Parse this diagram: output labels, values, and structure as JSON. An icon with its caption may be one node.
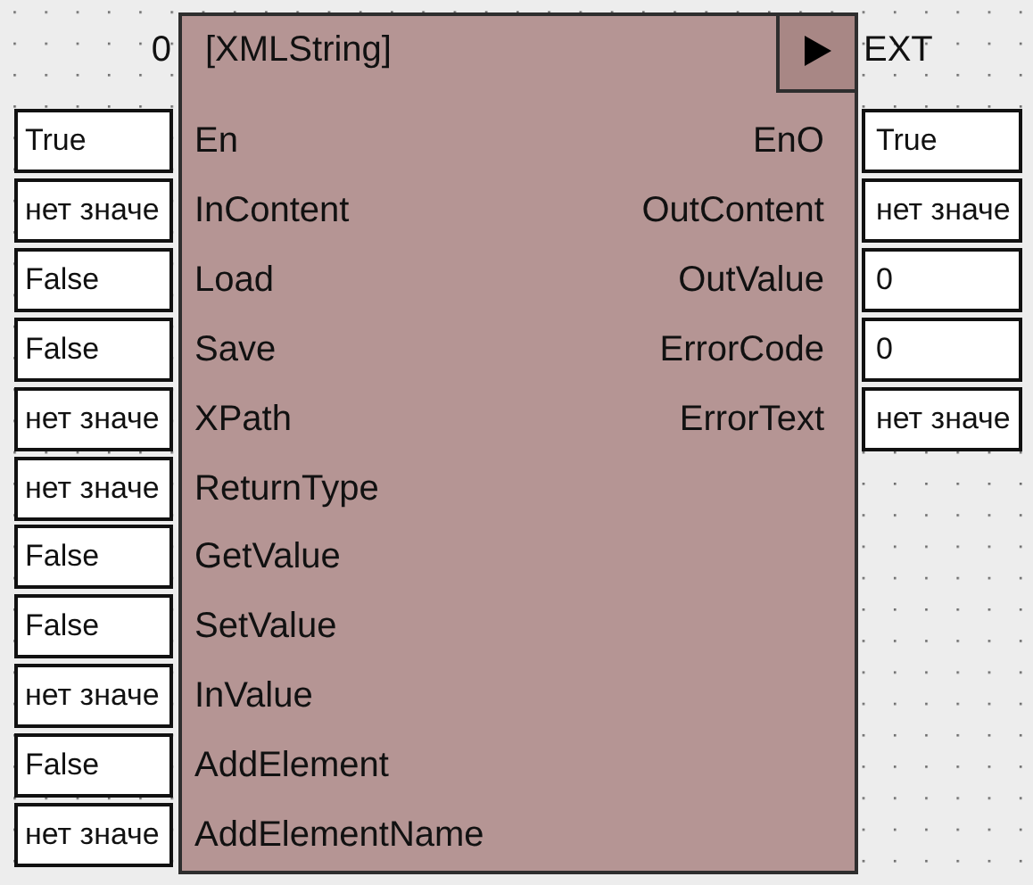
{
  "diagram": {
    "nodes": [
      {
        "text": [
          "[XMLString]",
          "En",
          "EnO",
          "InContent",
          "OutContent",
          "Load",
          "OutValue",
          "Save",
          "ErrorCode",
          "XPath",
          "ErrorText",
          "ReturnType",
          "GetValue",
          "SetValue",
          "InValue",
          "AddElement",
          "AddElementName"
        ],
        "beside": [
          "0",
          "EXT"
        ]
      },
      {
        "text": [
          "True"
        ]
      },
      {
        "text": [
          "True"
        ]
      },
      {
        "text": [
          "нет значе"
        ]
      },
      {
        "text": [
          "нет значе"
        ]
      },
      {
        "text": [
          "False"
        ]
      },
      {
        "text": [
          "0"
        ]
      },
      {
        "text": [
          "False"
        ]
      },
      {
        "text": [
          "0"
        ]
      },
      {
        "text": [
          "нет значе"
        ]
      },
      {
        "text": [
          "нет значе"
        ]
      },
      {
        "text": [
          "нет значе"
        ]
      },
      {
        "text": [
          "False"
        ]
      },
      {
        "text": [
          "False"
        ]
      },
      {
        "text": [
          "нет значе"
        ]
      },
      {
        "text": [
          "False"
        ]
      },
      {
        "text": [
          "нет значе"
        ]
      }
    ]
  }
}
